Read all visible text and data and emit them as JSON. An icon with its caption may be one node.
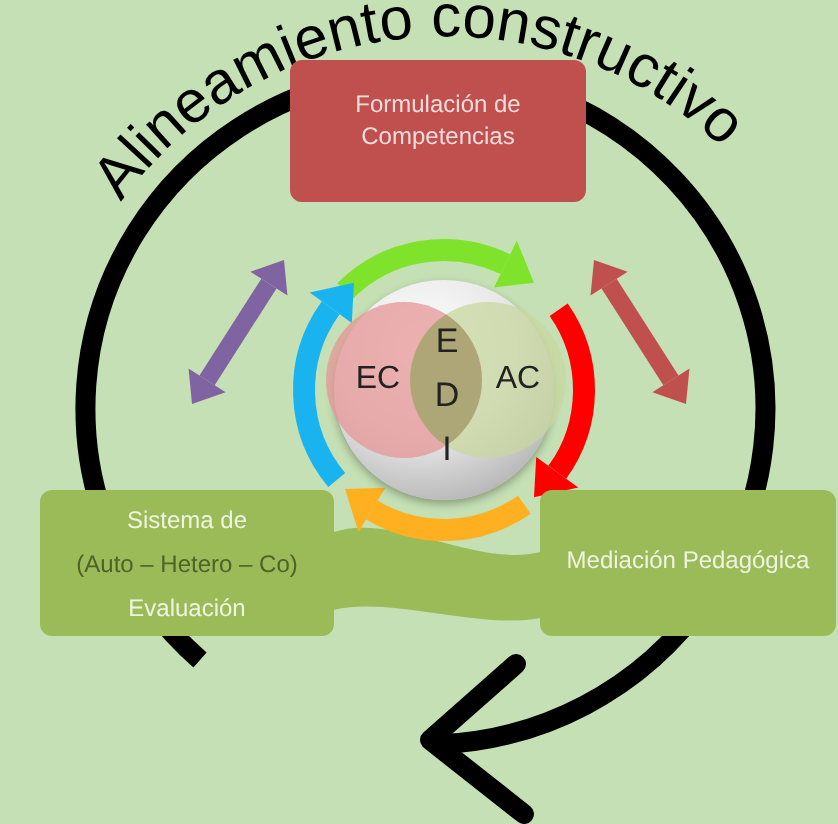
{
  "diagram": {
    "title": "Alineamiento constructivo",
    "nodes": [
      {
        "text": [
          "Formulación de Competencias"
        ]
      },
      {
        "text": [
          "Sistema de",
          "(Auto – Hetero – Co)",
          "Evaluación"
        ]
      },
      {
        "text": [
          "Mediación Pedagógica"
        ]
      },
      {
        "text": [],
        "shape": "circle"
      },
      {
        "text": [
          "EC"
        ],
        "in": 3
      },
      {
        "text": [
          "AC"
        ],
        "in": 3
      },
      {
        "text": [],
        "shape": "band"
      }
    ],
    "labels": [
      "E D I"
    ]
  }
}
